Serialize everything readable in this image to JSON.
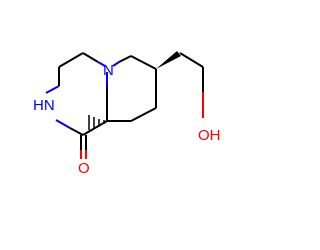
{
  "molecule": {
    "atom_labels": {
      "amide_nitrogen": "HN",
      "bridgehead_nitrogen": "N",
      "carbonyl_oxygen": "O",
      "hydroxyl": "OH"
    },
    "colors": {
      "bond": "#000000",
      "nitrogen": "#0000ff",
      "oxygen": "#ff0000",
      "background": "#ffffff"
    }
  }
}
